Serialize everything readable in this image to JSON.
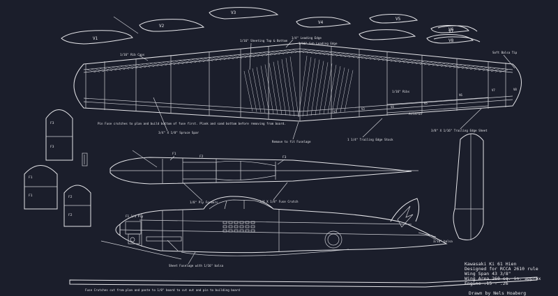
{
  "theme": {
    "background": "#1b1e2b",
    "line": "#e6e6ea"
  },
  "ribs": {
    "v1": "V1",
    "v2": "V2",
    "v3": "V3",
    "v4": "V4",
    "v5": "V5",
    "v6": "V6",
    "v7": "V7",
    "v8": "V8"
  },
  "formers": {
    "f1": "F1",
    "f2": "F2",
    "f3": "F3"
  },
  "notes": {
    "rib_caps": "1/16\" Rib Caps",
    "sheeting": "1/16\" Sheeting Top & Bottom",
    "leading_edge": "1/4\" Leading Edge",
    "sub_leading_edge": "1/16\" Sub Leading Edge",
    "soft_balsa_tip": "Soft Balsa Tip",
    "ribs_note": "1/16\" Ribs",
    "aileron": "Aileron",
    "pin_crutches": "Pin Fuse crutches to plan and build bottom of fuse first.  Plank and sand bottom before removing from board.",
    "spar": "3/4\" X 1/8\" Spruce Spar",
    "remove_fuse": "Remove to fit Fuselage",
    "trailing_stock": "1 1/4\" Trailing Edge Stock",
    "trailing_sheet": "3/8\" X 1/16\" Trailing Edge Sheet",
    "ply_formers": "1/8\" Ply Formers",
    "fuse_crutch": "1/4 X 1/8\" Fuse Crutch",
    "f1_ply": "F1 1/4 Ply",
    "balsa_316": "3/16\" balsa",
    "sheet_fuselage": "Sheet Fuselage with 1/16\" balsa",
    "fuse_crutches_cut": "Fuse Crutches cut from plan and paste to 1/8\" board to cut out and pin to building board"
  },
  "title_block": {
    "line1": "Kawasaki Ki 61 Hien",
    "line2": "Designed for RCCA 2610 rule",
    "line3": "Wing Span 43 3/8\"",
    "line4": "Wing Area 260 sq. in. approx",
    "line5": "Engine    .15 - .26",
    "credit": "Drawn by Nels Hoaberg"
  }
}
